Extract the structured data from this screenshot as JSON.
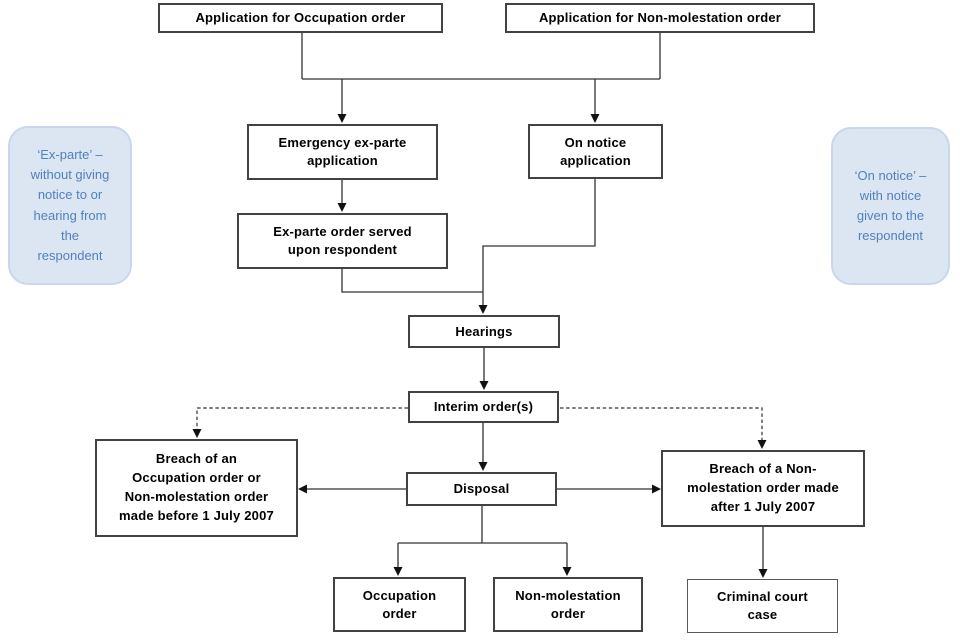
{
  "diagram_title": "Occupation order / Non-molestation order application flowchart",
  "colors": {
    "node_fill": "#ffffff",
    "node_border": "#424242",
    "line": "#333333",
    "arrowhead": "#111111",
    "callout_fill": "#dce6f2",
    "callout_border": "#c9d7eb",
    "callout_text": "#4f81bd",
    "text": "#000000",
    "background": "#ffffff"
  },
  "nodes": {
    "app_occupation": {
      "label": "Application for Occupation order"
    },
    "app_non_molestation": {
      "label": "Application for Non-molestation order"
    },
    "emergency": {
      "label": "Emergency ex-parte\napplication"
    },
    "on_notice": {
      "label": "On notice\napplication"
    },
    "exparte_served": {
      "label": "Ex-parte order served\nupon respondent"
    },
    "hearings": {
      "label": "Hearings"
    },
    "interim": {
      "label": "Interim order(s)"
    },
    "disposal": {
      "label": "Disposal"
    },
    "breach_before": {
      "label": "Breach of an\nOccupation order or\nNon-molestation order\nmade before 1 July 2007"
    },
    "breach_after": {
      "label": "Breach of a Non-\nmolestation order made\nafter 1 July 2007"
    },
    "occupation_order": {
      "label": "Occupation\norder"
    },
    "non_molestation_order": {
      "label": "Non-molestation\norder"
    },
    "criminal_court": {
      "label": "Criminal court\ncase"
    }
  },
  "callouts": {
    "ex_parte": {
      "text": "‘Ex-parte’ –\nwithout giving\nnotice to or\nhearing from\nthe\nrespondent"
    },
    "on_notice": {
      "text": "‘On notice’ –\nwith notice\ngiven to the\nrespondent"
    }
  },
  "edges": [
    {
      "from": "app_occupation",
      "to": "junction",
      "style": "solid"
    },
    {
      "from": "app_non_molestation",
      "to": "junction",
      "style": "solid"
    },
    {
      "from": "junction",
      "to": "emergency",
      "style": "solid-arrow"
    },
    {
      "from": "junction",
      "to": "on_notice",
      "style": "solid-arrow"
    },
    {
      "from": "emergency",
      "to": "exparte_served",
      "style": "solid-arrow"
    },
    {
      "from": "exparte_served",
      "to": "hearings",
      "style": "solid-arrow"
    },
    {
      "from": "on_notice",
      "to": "hearings",
      "style": "solid-arrow"
    },
    {
      "from": "hearings",
      "to": "interim",
      "style": "solid-arrow"
    },
    {
      "from": "interim",
      "to": "disposal",
      "style": "solid-arrow"
    },
    {
      "from": "interim",
      "to": "breach_before",
      "style": "dashed-arrow"
    },
    {
      "from": "interim",
      "to": "breach_after",
      "style": "dashed-arrow"
    },
    {
      "from": "disposal",
      "to": "breach_before",
      "style": "solid-arrow"
    },
    {
      "from": "disposal",
      "to": "breach_after",
      "style": "solid-arrow"
    },
    {
      "from": "disposal",
      "to": "occupation_order",
      "style": "solid-arrow"
    },
    {
      "from": "disposal",
      "to": "non_molestation_order",
      "style": "solid-arrow"
    },
    {
      "from": "breach_after",
      "to": "criminal_court",
      "style": "solid-arrow"
    }
  ]
}
